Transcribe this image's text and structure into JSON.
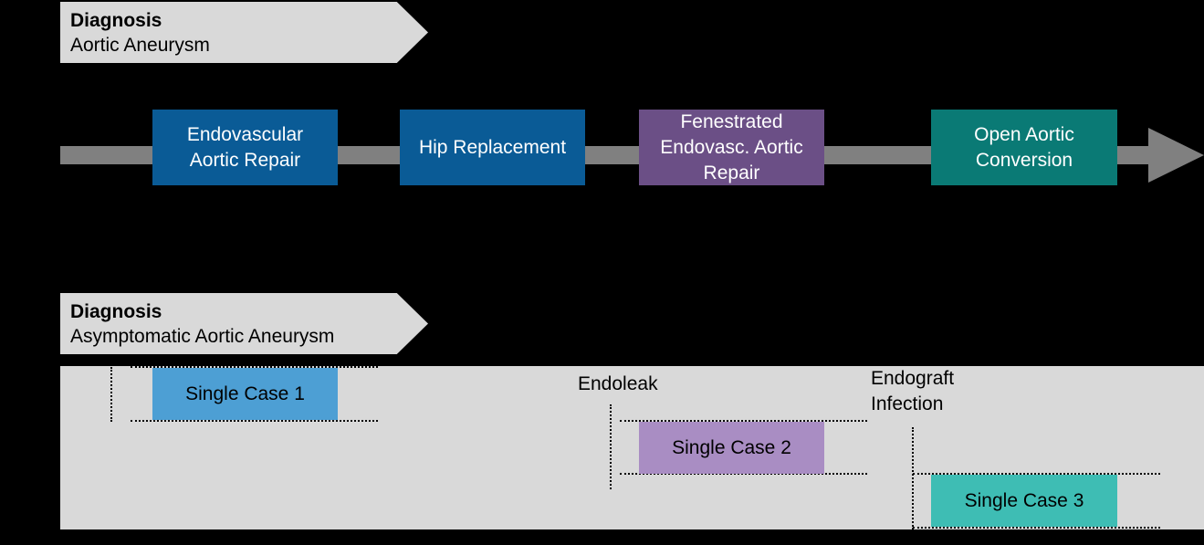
{
  "top_timeline": {
    "diagnosis_heading": "Diagnosis",
    "diagnosis_value": "Aortic Aneurysm",
    "steps": [
      {
        "label": "Endovascular\nAortic Repair",
        "color": "#0a5b96"
      },
      {
        "label": "Hip Replacement",
        "color": "#0a5b96"
      },
      {
        "label": "Fenestrated\nEndovasc. Aortic\nRepair",
        "color": "#6b4f86"
      },
      {
        "label": "Open Aortic\nConversion",
        "color": "#0a7a75"
      }
    ]
  },
  "bottom_timeline": {
    "diagnosis_heading": "Diagnosis",
    "diagnosis_value": "Asymptomatic Aortic Aneurysm",
    "cases": [
      {
        "label": "Single Case 1",
        "color": "#4d9fd4"
      },
      {
        "label": "Single Case 2",
        "color": "#a98dc3"
      },
      {
        "label": "Single Case 3",
        "color": "#3ebdb4"
      }
    ],
    "events": [
      {
        "label": "Endoleak"
      },
      {
        "label": "Endograft\nInfection"
      }
    ]
  },
  "colors": {
    "background": "#000000",
    "arrow": "#808080",
    "tag": "#d9d9d9",
    "panel": "#d9d9d9"
  }
}
